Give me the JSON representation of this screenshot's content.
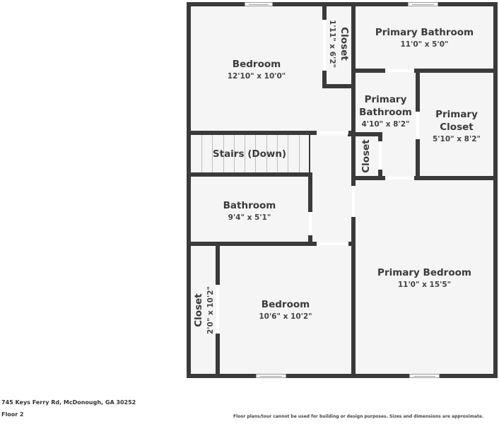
{
  "floorplan": {
    "rooms": [
      {
        "id": "bedroom-1",
        "name": "Bedroom",
        "dimensions": "12'10\" x 10'0\""
      },
      {
        "id": "closet-1",
        "name": "Closet",
        "dimensions": "1'11\" x 6'2\""
      },
      {
        "id": "primary-bathroom-1",
        "name": "Primary Bathroom",
        "dimensions": "11'0\" x 5'0\""
      },
      {
        "id": "primary-bathroom-2",
        "name_line1": "Primary",
        "name_line2": "Bathroom",
        "dimensions": "4'10\" x 8'2\""
      },
      {
        "id": "primary-closet",
        "name_line1": "Primary",
        "name_line2": "Closet",
        "dimensions": "5'10\" x 8'2\""
      },
      {
        "id": "closet-2",
        "name": "Closet"
      },
      {
        "id": "stairs",
        "name": "Stairs (Down)"
      },
      {
        "id": "bathroom",
        "name": "Bathroom",
        "dimensions": "9'4\" x 5'1\""
      },
      {
        "id": "primary-bedroom",
        "name": "Primary Bedroom",
        "dimensions": "11'0\" x 15'5\""
      },
      {
        "id": "closet-3",
        "name": "Closet",
        "dimensions": "2'0\" x 10'2\""
      },
      {
        "id": "bedroom-2",
        "name": "Bedroom",
        "dimensions": "10'6\" x 10'2\""
      }
    ],
    "colors": {
      "wall": "#3a3a3a",
      "floor": "#f5f5f5",
      "text": "#3a3a3a"
    }
  },
  "footer": {
    "address": "745 Keys Ferry Rd, McDonough, GA 30252",
    "floor_label": "Floor 2",
    "disclaimer": "Floor plans/tour cannot be used for building or design purposes. Sizes and dimensions are approximate."
  }
}
